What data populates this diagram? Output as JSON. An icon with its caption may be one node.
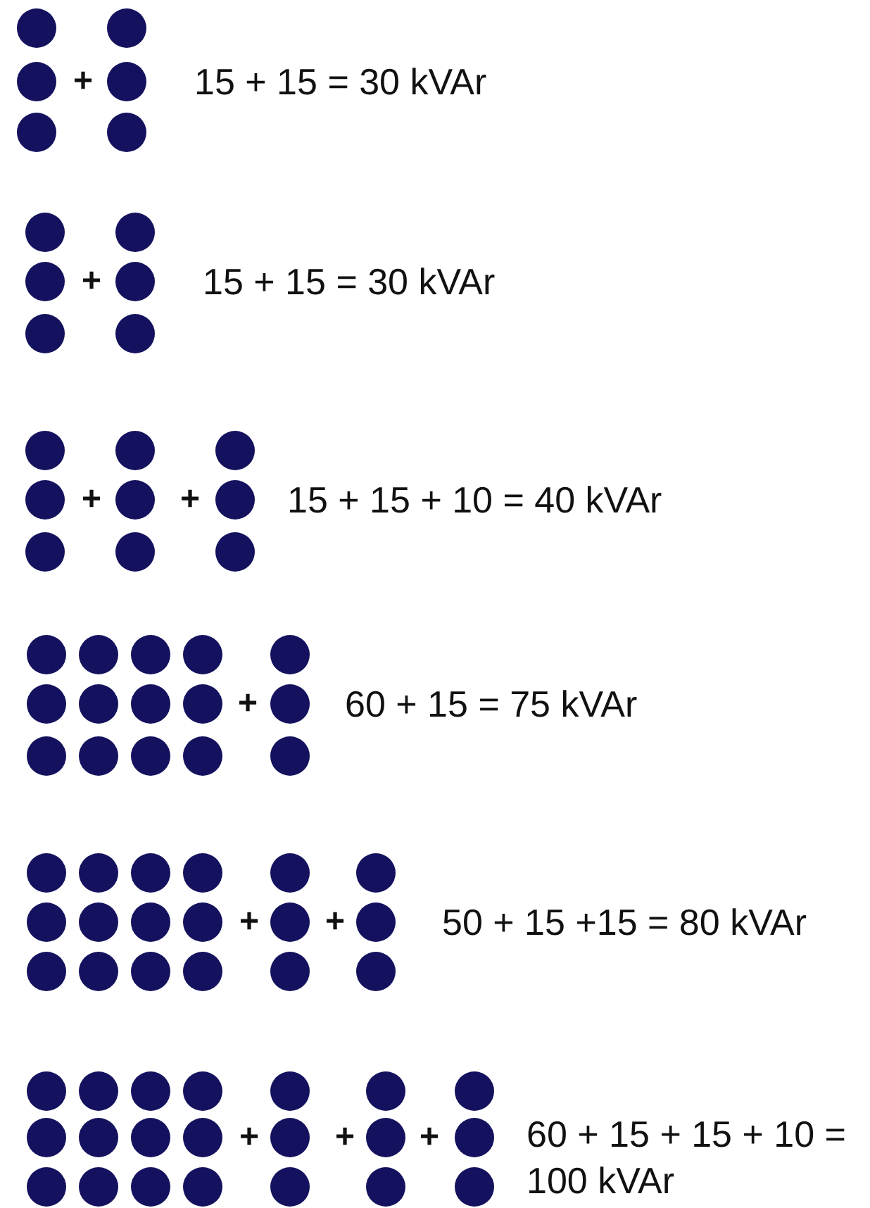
{
  "diagram": {
    "labels": [
      "+",
      "15 + 15 = 30 kVAr",
      "+",
      "15 + 15 = 30 kVAr",
      "+",
      "+",
      "15 + 15 + 10 = 40 kVAr",
      "+",
      "60 + 15 = 75 kVAr",
      "+",
      "+",
      "50 + 15 +15 = 80 kVAr",
      "+",
      "+",
      "+",
      "60 + 15 + 15 + 10 = 100 kVAr"
    ]
  }
}
